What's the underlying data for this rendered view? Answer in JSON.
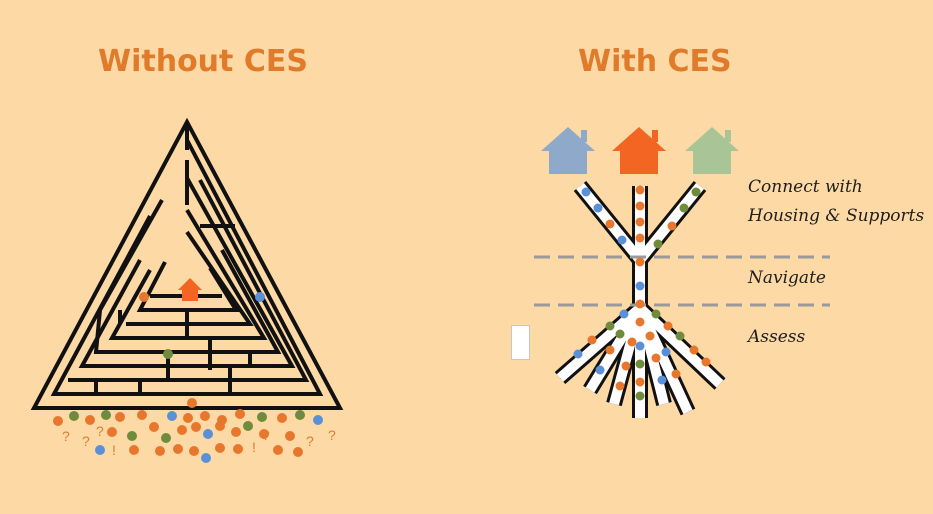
{
  "titles": {
    "left": "Without CES",
    "right": "With CES"
  },
  "stages": {
    "connect": "Connect with Housing & Supports",
    "navigate": "Navigate",
    "assess": "Assess"
  },
  "maze_marks": [
    "?",
    "?",
    "?",
    "!",
    "!",
    "?",
    "?",
    "?"
  ],
  "colors": {
    "background": "#fdd9a5",
    "accent": "#e07b2c",
    "orange_dot": "#e8772e",
    "green_dot": "#6e8c3c",
    "blue_dot": "#5b8fd6",
    "house_blue": "#8fa9cb",
    "house_orange": "#f26522",
    "house_green": "#a9c597"
  },
  "icons": [
    "house-blue-icon",
    "house-orange-icon",
    "house-green-icon",
    "house-maze-icon"
  ]
}
